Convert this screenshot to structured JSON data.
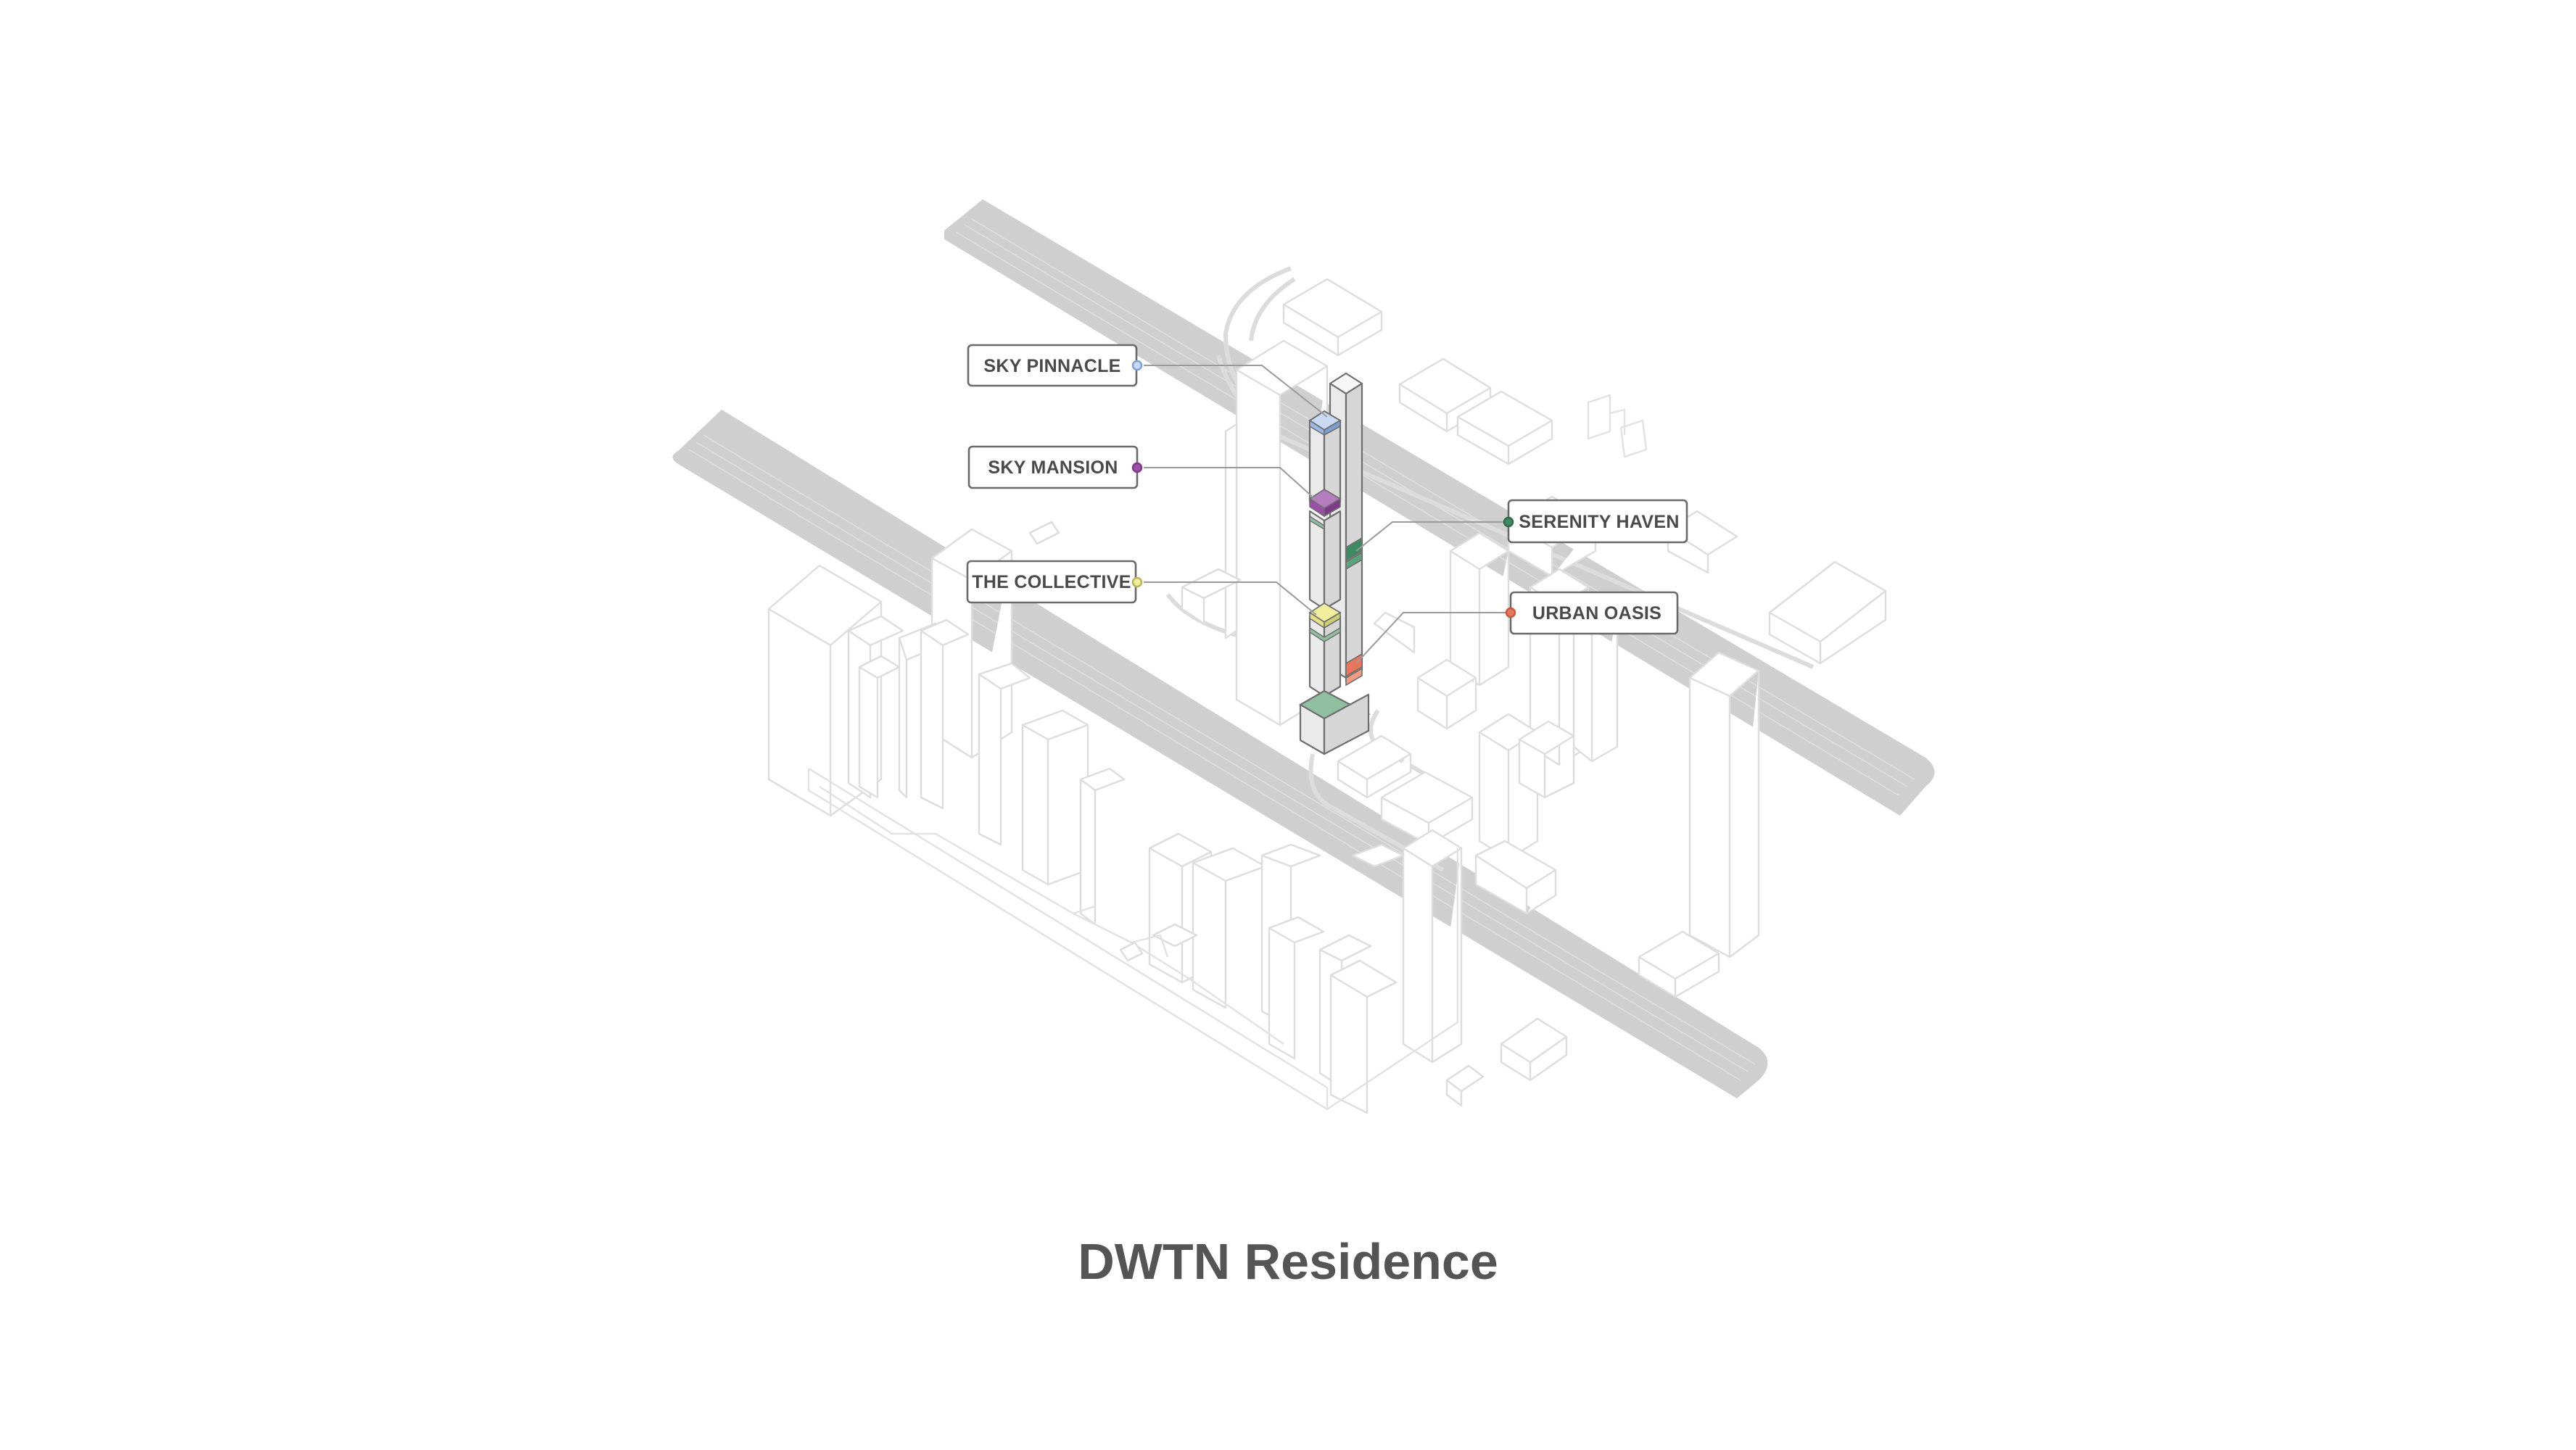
{
  "title": "DWTN Residence",
  "labels": [
    {
      "id": "sky-pinnacle",
      "text": "SKY PINNACLE",
      "color": "#9cb8e6"
    },
    {
      "id": "sky-mansion",
      "text": "SKY MANSION",
      "color": "#9b4fa8"
    },
    {
      "id": "the-collective",
      "text": "THE COLLECTIVE",
      "color": "#e4e08a"
    },
    {
      "id": "serenity-haven",
      "text": "SERENITY HAVEN",
      "color": "#3f8a62"
    },
    {
      "id": "urban-oasis",
      "text": "URBAN OASIS",
      "color": "#e8765c"
    }
  ],
  "colors": {
    "road": "#cfcfcf",
    "context_lines": "#e2e2e2",
    "tower_outline": "#6f6f6f",
    "podium_green": "#8fbf9e",
    "title_text": "#555555"
  }
}
